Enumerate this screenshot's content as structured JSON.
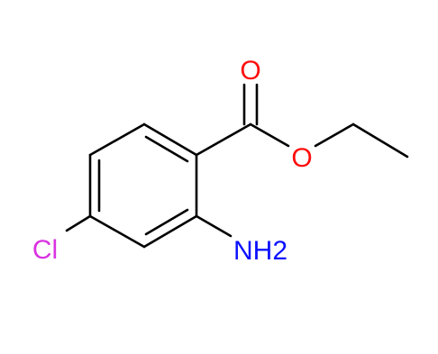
{
  "molecule": {
    "atoms": {
      "carbonyl_oxygen": {
        "label": "O",
        "color": "#ff0d0d"
      },
      "ester_oxygen": {
        "label": "O",
        "color": "#ff0d0d"
      },
      "chlorine": {
        "label": "Cl",
        "color": "#d933e0"
      },
      "amine": {
        "label": "NH2",
        "color": "#0a10ff"
      }
    },
    "bond_color": "#000000"
  }
}
